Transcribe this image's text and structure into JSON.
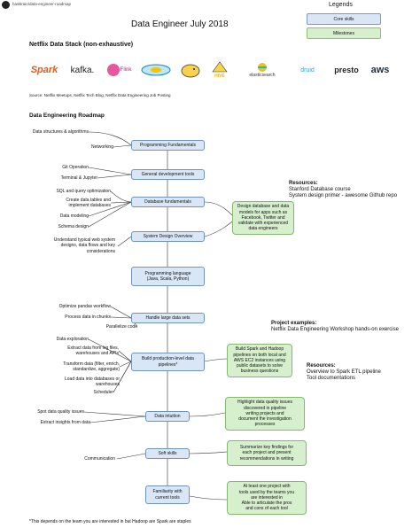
{
  "header": {
    "repo": "hasBrain/data-engineer-roadmap",
    "title": "Data Engineer July 2018"
  },
  "legend": {
    "title": "Legends",
    "core": "Core skills",
    "milestones": "Milestones"
  },
  "netflix": {
    "heading": "Netflix Data Stack (non-exhaustive)",
    "logos": [
      {
        "name": "spark-logo",
        "text": "Spark",
        "color": "#e25a1c"
      },
      {
        "name": "kafka-logo",
        "text": "kafka.",
        "color": "#222222"
      },
      {
        "name": "flink-logo",
        "text": "Flink",
        "color": "#b0276f"
      },
      {
        "name": "cassandra-logo",
        "text": "",
        "color": "#1287b1"
      },
      {
        "name": "hadoop-elephant-logo",
        "text": "",
        "color": "#f7c600"
      },
      {
        "name": "hive-logo",
        "text": "HIVE",
        "color": "#f9b200"
      },
      {
        "name": "elasticsearch-logo",
        "text": "elasticsearch",
        "color": "#333333"
      },
      {
        "name": "druid-logo",
        "text": "druid",
        "color": "#2ca8e0"
      },
      {
        "name": "presto-logo",
        "text": "presto",
        "color": "#222222"
      },
      {
        "name": "aws-logo",
        "text": "aws",
        "color": "#232f3e"
      }
    ],
    "source": "Source: Netflix Meetups, Netflix Tech Blog, Netflix Data Engineering Job Posting"
  },
  "roadmap": {
    "heading": "Data Engineering Roadmap",
    "core": {
      "programming_fundamentals": "Programming Fundamentals",
      "general_dev_tools": "General development tools",
      "database_fundamentals": "Database fundamentals",
      "system_design": "System Design Overview",
      "programming_language": "Programming language\n(Java, Scala, Python)",
      "large_data": "Handle large data sets",
      "pipelines": "Build production-level data\npipelines*",
      "data_intuition": "Data intuition",
      "soft_skills": "Soft skills",
      "current_tools": "Familiarity with\ncurrent tools"
    },
    "labels": {
      "ds_algo": "Data structures & algorithms",
      "networking": "Networking",
      "git": "Git Operation",
      "terminal": "Terminal & Jupyter",
      "sql": "SQL and query optimization",
      "create_tables": "Create data tables and\nimplement databases",
      "modeling": "Data modeling",
      "schema": "Schema design",
      "web_systems": "Understand typical web system\ndesigns, data flows and key\nconsiderations",
      "pandas": "Optimize pandas workflow",
      "chunks": "Process data in chunks",
      "parallelize": "Parallelize code",
      "exploration": "Data exploration",
      "extract_logs": "Extract data from log files,\nwarehouses and APIs",
      "transform": "Transform data (filter, enrich,\nstandardize, aggregate)",
      "load": "Load data into databases or\nwarehouses",
      "scheduler": "Scheduler",
      "spot_issues": "Spot data quality issues",
      "insights": "Extract insights from data",
      "communication": "Communication"
    },
    "milestones": {
      "db_design": "Design database and data\nmodels for apps such as\nFacebook, Twitter and\nvalidate with experienced\ndata engineers",
      "spark_hadoop": "Build Spark and Hadoop\npipelines on both local and\nAWS EC2 instances using\npublic datasets to solve\nbusiness questions",
      "quality": "Highlight data quality issues\ndiscovered in pipeline\nwriting projects and\ndocument the investigation\nprocesses",
      "summarize": "Summarize key findings for\neach project and present\nrecommendations in writing",
      "tools_project": "At least one project with\ntools used by the teams you\nare interested in\nAble to articulate the pros\nand cons of each tool"
    },
    "resources": {
      "r1_title": "Resources:",
      "r1_l1": "Stanford Database course",
      "r1_l2": "System design primer - awesome Github repo",
      "p_title": "Project examples:",
      "p_l1": "Netflix Data Engineering Workshop hands-on exercise",
      "r2_title": "Resources:",
      "r2_l1": "Overview to Spark ETL pipeline",
      "r2_l2": "Tool documentations"
    },
    "footnote": "*This depends on the team you are interested in but Hadoop are Spark are staples"
  }
}
